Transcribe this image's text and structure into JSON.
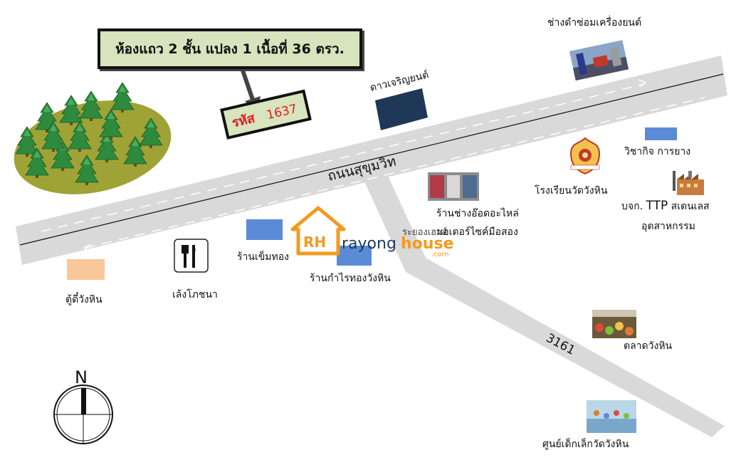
{
  "title_box": "ห้องแถว 2 ชั้น แปลง 1 เนื้อที่ 36 ตรว.",
  "code_label": "รหัส",
  "code_number": "1637",
  "roads": {
    "main": "ถนนสุขุมวิท",
    "branch": "3161"
  },
  "watermark": {
    "brand_prefix": "rayong",
    "brand_suffix": "house",
    "domain": ".com",
    "logo_letters": "RH"
  },
  "places": {
    "dao_charoen": "ดาวเจริญยนต์",
    "mechanic": "ช่างดำซ่อมเครื่องยนต์",
    "vichakit": "วิชากิจ การยาง",
    "school": "โรงเรียนวัดวังหิน",
    "factory_prefix": "บจก.",
    "factory_code": "TTP",
    "factory_suffix": "สเตนเลส",
    "factory_line2": "อุตสาหกรรม",
    "parts_line1": "ร้านช่างอ๊อดอะไหล่",
    "parts_line2": "มอเตอร์ไซค์มือสอง",
    "rayong_partial": "ระยองเฮาส์",
    "khemthong": "ร้านเข็มทอง",
    "kamrai": "ร้านกำไรทองวังหิน",
    "atm": "ตู้ดี๋วังหิน",
    "restaurant": "เล้งโภชนา",
    "market": "ตลาดวังหิน",
    "childcare": "ศูนย์เด็กเล็กวัดวังหิน"
  },
  "compass_letter": "N",
  "colors": {
    "road": "#d9d9d9",
    "forest": "#9fa336",
    "tree": "#2e8b3e",
    "navy_box": "#1f3858",
    "blue_box": "#5b8bd6",
    "peach_box": "#f9c79a",
    "title_bg": "#d7e4bd",
    "code_red": "#e31b1b",
    "watermark_orange": "#f39a1e"
  }
}
